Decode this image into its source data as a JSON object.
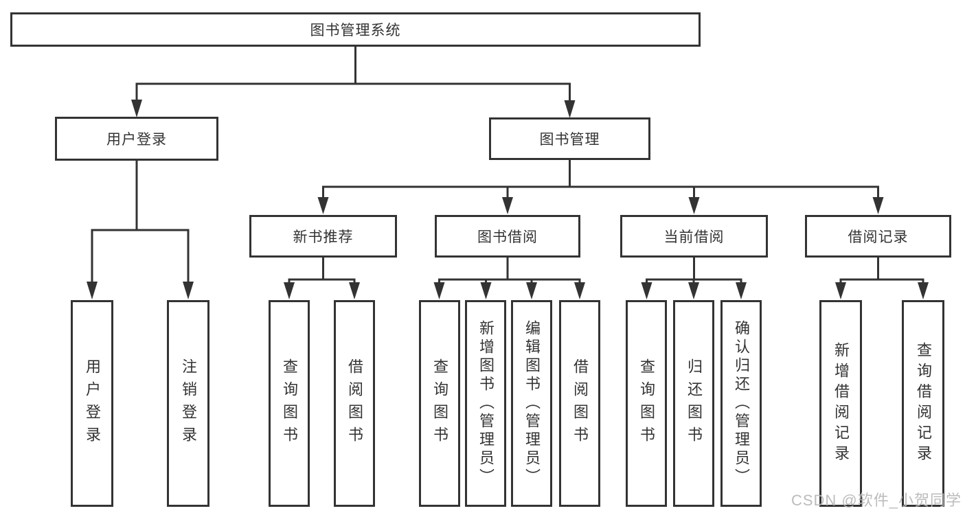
{
  "diagram": {
    "type": "hierarchy",
    "root": {
      "label": "图书管理系统"
    },
    "branches": [
      {
        "label": "用户登录",
        "children": [
          {
            "label": "用户登录"
          },
          {
            "label": "注销登录"
          }
        ]
      },
      {
        "label": "图书管理",
        "children": [
          {
            "label": "新书推荐",
            "children": [
              {
                "label": "查询图书"
              },
              {
                "label": "借阅图书"
              }
            ]
          },
          {
            "label": "图书借阅",
            "children": [
              {
                "label": "查询图书"
              },
              {
                "label": "新增图书（管理员）"
              },
              {
                "label": "编辑图书（管理员）"
              },
              {
                "label": "借阅图书"
              }
            ]
          },
          {
            "label": "当前借阅",
            "children": [
              {
                "label": "查询图书"
              },
              {
                "label": "归还图书"
              },
              {
                "label": "确认归还（管理员）"
              }
            ]
          },
          {
            "label": "借阅记录",
            "children": [
              {
                "label": "新增借阅记录"
              },
              {
                "label": "查询借阅记录"
              }
            ]
          }
        ]
      }
    ],
    "watermark": "CSDN @软件_小贺同学",
    "colors": {
      "line": "#333333",
      "text": "#333333",
      "background": "#ffffff",
      "watermark": "#b8b8b8"
    }
  }
}
